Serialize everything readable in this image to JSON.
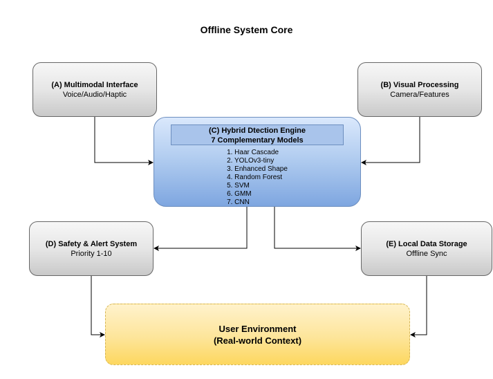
{
  "title": "Offline System Core",
  "nodes": {
    "a": {
      "title": "(A) Multimodal Interface",
      "subtitle": "Voice/Audio/Haptic"
    },
    "b": {
      "title": "(B) Visual Processing",
      "subtitle": "Camera/Features"
    },
    "c": {
      "title_line1": "(C) Hybrid Dtection Engine",
      "title_line2": "7 Complementary Models",
      "models": [
        "1. Haar Cascade",
        "2. YOLOv3-tiny",
        "3. Enhanced Shape",
        "4. Random Forest",
        "5. SVM",
        "6. GMM",
        "7. CNN"
      ]
    },
    "d": {
      "title": "(D) Safety & Alert System",
      "subtitle": "Priority 1-10"
    },
    "e": {
      "title": "(E) Local Data Storage",
      "subtitle": "Offline Sync"
    },
    "f": {
      "line1": "User Environment",
      "line2": "(Real-world Context)"
    }
  },
  "edges": [
    {
      "from": "A",
      "to": "C"
    },
    {
      "from": "B",
      "to": "C"
    },
    {
      "from": "C",
      "to": "D"
    },
    {
      "from": "C",
      "to": "E"
    },
    {
      "from": "D",
      "to": "User Environment"
    },
    {
      "from": "E",
      "to": "User Environment"
    }
  ],
  "colors": {
    "gray_node_border": "#666666",
    "engine_fill": "#7ea6e0",
    "engine_border": "#6c8ebf",
    "environment_fill": "#fdd75f",
    "environment_border": "#d6b656"
  }
}
